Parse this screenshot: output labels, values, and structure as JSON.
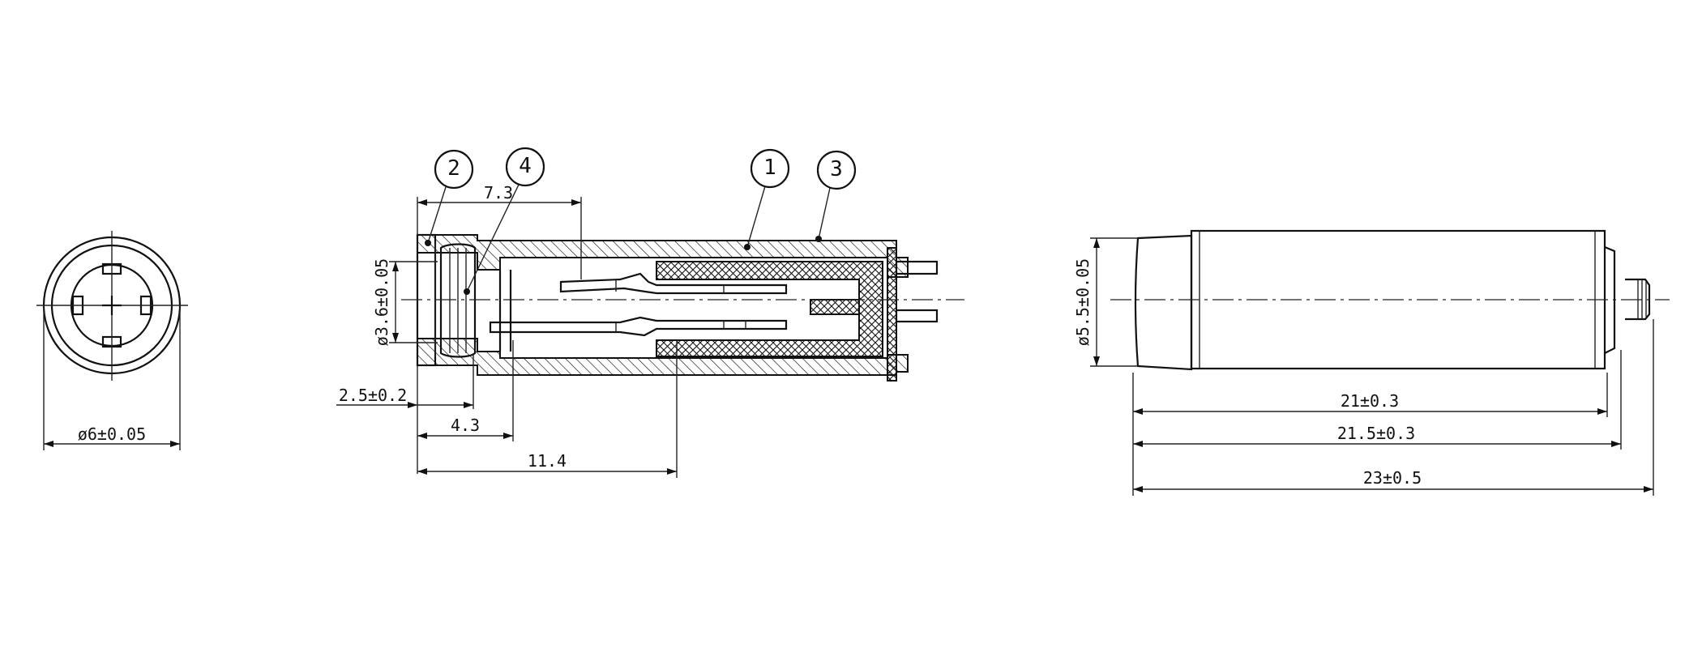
{
  "colors": {
    "line": "#111111",
    "background": "#ffffff"
  },
  "callouts": [
    {
      "id": "1",
      "label": "1"
    },
    {
      "id": "2",
      "label": "2"
    },
    {
      "id": "3",
      "label": "3"
    },
    {
      "id": "4",
      "label": "4"
    }
  ],
  "dimensions": {
    "front_diameter": "ø6±0.05",
    "section_bore": "ø3.6±0.05",
    "section_top": "7.3",
    "section_lip": "2.5±0.2",
    "section_depth_short": "4.3",
    "section_depth_long": "11.4",
    "side_diameter": "ø5.5±0.05",
    "side_len_21": "21±0.3",
    "side_len_21_5": "21.5±0.3",
    "side_len_23": "23±0.5"
  }
}
